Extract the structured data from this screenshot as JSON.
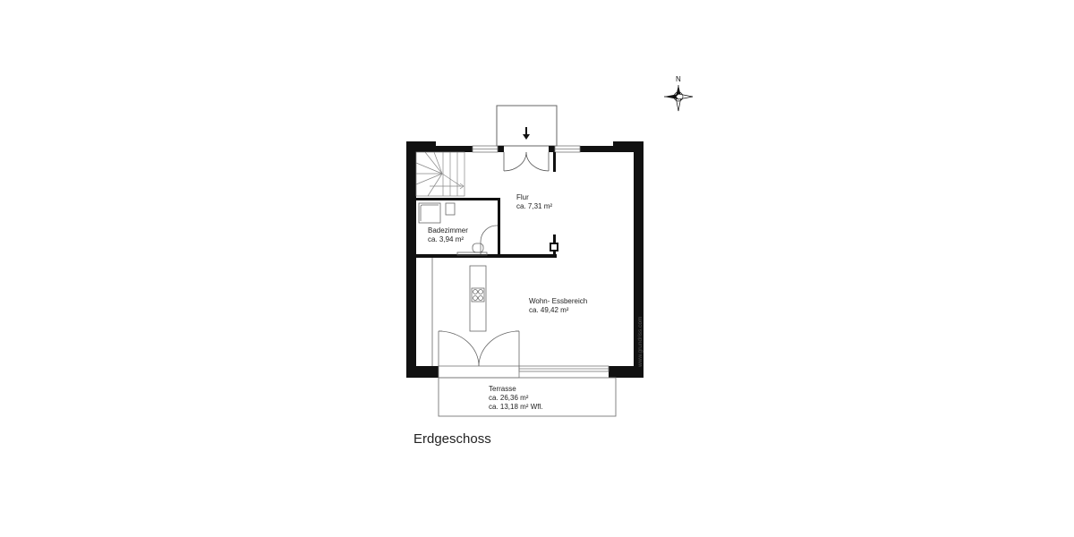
{
  "floor_title": "Erdgeschoss",
  "compass": {
    "label": "N",
    "icon": "compass-rose-icon"
  },
  "rooms": [
    {
      "name": "Flur",
      "area": "ca. 7,31 m²"
    },
    {
      "name": "Badezimmer",
      "area": "ca. 3,94 m²"
    },
    {
      "name": "Wohn- Essbereich",
      "area": "ca. 49,42 m²"
    },
    {
      "name": "Terrasse",
      "area": "ca. 26,36 m²",
      "living_area": "ca. 13,18 m² Wfl."
    }
  ],
  "watermark": "www.grundriss.com",
  "colors": {
    "wall": "#111111",
    "line": "#555555"
  }
}
